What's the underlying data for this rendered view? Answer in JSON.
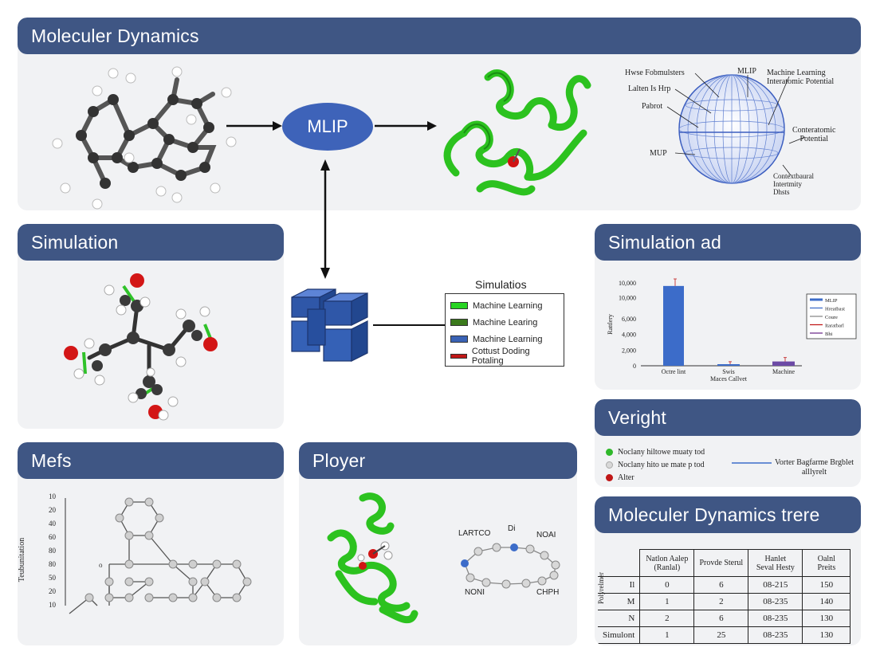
{
  "panels": {
    "top": {
      "title": "Moleculer Dynamics"
    },
    "sim_left": {
      "title": "Simulation"
    },
    "sim_right": {
      "title": "Simulation ad"
    },
    "mefs": {
      "title": "Mefs"
    },
    "ployer": {
      "title": "Ployer"
    },
    "veright": {
      "title": "Veright"
    },
    "md_table": {
      "title": "Moleculer Dynamics trere"
    }
  },
  "flow": {
    "mlip_label": "MLIP"
  },
  "sphere_labels": {
    "top_left": "Hwse Fobmulsters",
    "left2": "Lalten Is Hrp",
    "left3": "Pabrot",
    "left4": "MUP",
    "top_mid": "MLIP",
    "top_right": "Machine Learning\nInteratomic Potential",
    "right_mid": "Conteratomic\nPotential",
    "right_bot": "Contextbaural\nIntertmity\nDhsts"
  },
  "center_legend": {
    "title": "Simulatios",
    "items": [
      {
        "label": "Machine Learning",
        "color": "#27d422"
      },
      {
        "label": "Machine Learing",
        "color": "#3b7a1c"
      },
      {
        "label": "Machine Learning",
        "color": "#3a62b5"
      },
      {
        "label": "Cottust Doding Potaling",
        "color": "#c01717"
      }
    ]
  },
  "chart_data": {
    "type": "bar",
    "categories": [
      "Octre lint",
      "Swis\nMaces Callvet",
      "Machine"
    ],
    "values": [
      10200,
      120,
      550
    ],
    "errors": [
      900,
      400,
      500
    ],
    "bar_colors": [
      "#3c6cc9",
      "#3c6cc9",
      "#6c4aa6"
    ],
    "yticks": [
      "0",
      "2,000",
      "4,000",
      "6,000",
      "10,000",
      "10,000"
    ],
    "ylabel": "Rattlery",
    "ylim": [
      0,
      11000
    ],
    "legend": [
      "MLIP",
      "Hreatbast",
      "Coure",
      "Itaratbarl",
      "Bhi"
    ],
    "legend_colors": [
      "#3c6cc9",
      "#3c6cc9",
      "#888888",
      "#c01717",
      "#6c2a8a"
    ]
  },
  "mefs_axis": {
    "ylabel": "Teubunitation",
    "yticks": [
      "10",
      "20",
      "40",
      "60",
      "80",
      "80",
      "50",
      "20",
      "10"
    ]
  },
  "ployer_labels": {
    "l1": "LARTCO",
    "l2": "Di",
    "l3": "NOAI",
    "l4": "NONI",
    "l5": "CHPH"
  },
  "veright_legend": {
    "items": [
      {
        "label": "Noclany hiltowe muaty tod",
        "color": "#2fb82a"
      },
      {
        "label": "Noclany hito ue mate p tod",
        "color": "#d8d8d8"
      },
      {
        "label": "Alter",
        "color": "#c01717"
      }
    ],
    "right_label": "Vorter Bagfarme Brgblet\nalllyrelt"
  },
  "md_table": {
    "row_axis_label": "Polyrelmer",
    "headers": [
      "Natlon Aalep\n(Ranlal)",
      "Provde Sterul",
      "Hanlet\nSeval Hesty",
      "Oalnl Preits"
    ],
    "rows": [
      {
        "label": "Il",
        "cells": [
          "0",
          "6",
          "08-215",
          "150"
        ]
      },
      {
        "label": "M",
        "cells": [
          "1",
          "2",
          "08-235",
          "140"
        ]
      },
      {
        "label": "N",
        "cells": [
          "2",
          "6",
          "08-235",
          "130"
        ]
      },
      {
        "label": "Simulont",
        "cells": [
          "1",
          "25",
          "08-235",
          "130"
        ]
      }
    ]
  }
}
